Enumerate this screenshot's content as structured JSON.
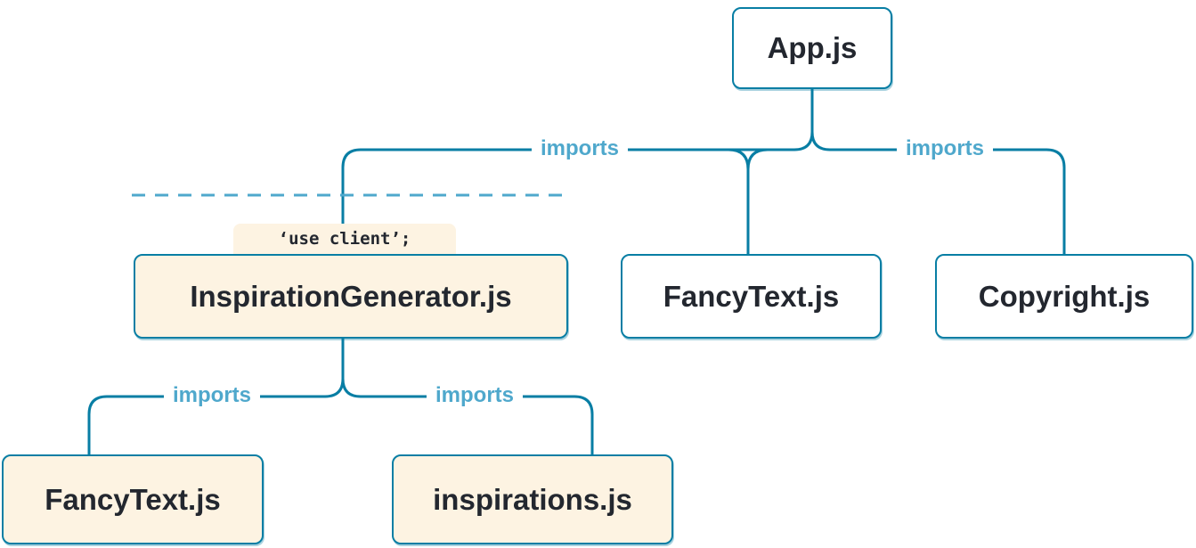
{
  "diagram": {
    "description": "Module dependency tree with 'use client' boundary",
    "colors": {
      "line": "#087EA4",
      "imports_label": "#4FA8CC",
      "boundary_dash": "#4FA8CC",
      "box_text": "#23272F",
      "client_bg": "#FDF3E2",
      "server_bg": "#FFFFFF"
    },
    "nodes": {
      "app": {
        "label": "App.js"
      },
      "inspiration_generator": {
        "label": "InspirationGenerator.js",
        "directive": "‘use client’;"
      },
      "fancy_text_top": {
        "label": "FancyText.js"
      },
      "copyright": {
        "label": "Copyright.js"
      },
      "fancy_text_bottom": {
        "label": "FancyText.js"
      },
      "inspirations": {
        "label": "inspirations.js"
      }
    },
    "edge_labels": {
      "app_to_inspiration_generator": "imports",
      "app_to_copyright": "imports",
      "generator_to_fancy_text": "imports",
      "generator_to_inspirations": "imports"
    }
  }
}
